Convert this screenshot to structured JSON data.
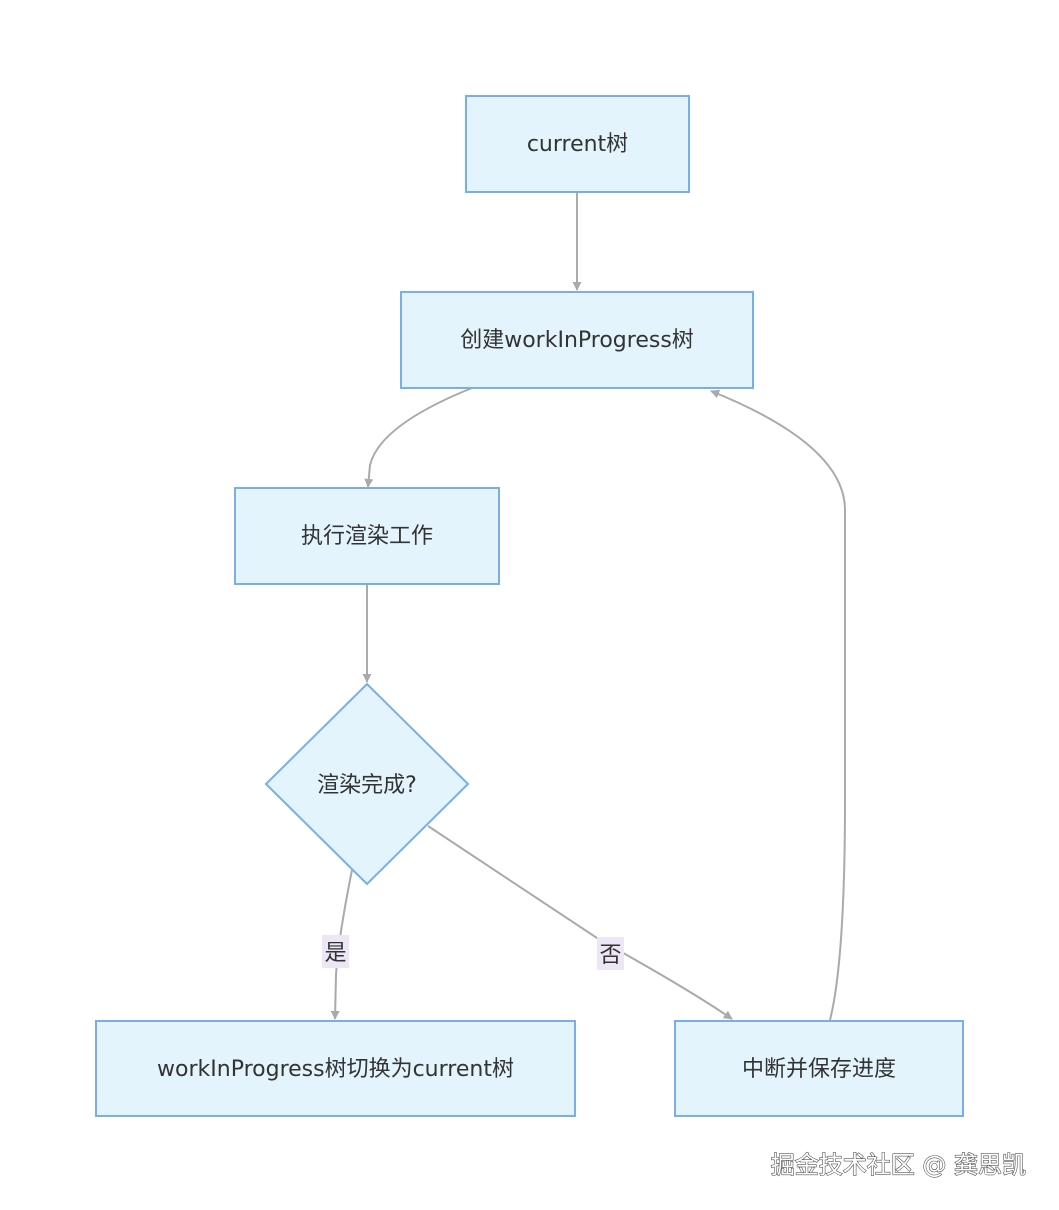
{
  "diagram": {
    "nodes": {
      "current_tree": "current树",
      "create_wip": "创建workInProgress树",
      "perform_render": "执行渲染工作",
      "render_done": "渲染完成?",
      "switch_tree": "workInProgress树切换为current树",
      "interrupt_save": "中断并保存进度"
    },
    "edge_labels": {
      "yes": "是",
      "no": "否"
    }
  },
  "watermark": "掘金技术社区 @ 龚思凯",
  "colors": {
    "node_fill": "#e3f4fc",
    "node_stroke": "#7aaee6",
    "edge": "#aaaaaa",
    "edge_label_bg": "#ece6f6",
    "text": "#333333"
  }
}
